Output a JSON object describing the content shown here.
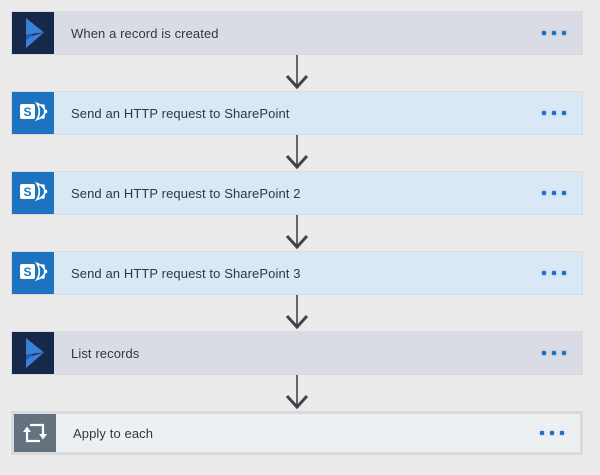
{
  "flow": {
    "steps": [
      {
        "title": "When a record is created",
        "icon": "dynamics-365-icon",
        "kind": "dynamics",
        "menu_icon": "ellipsis-icon"
      },
      {
        "title": "Send an HTTP request to SharePoint",
        "icon": "sharepoint-icon",
        "kind": "sharepoint",
        "menu_icon": "ellipsis-icon"
      },
      {
        "title": "Send an HTTP request to SharePoint 2",
        "icon": "sharepoint-icon",
        "kind": "sharepoint",
        "menu_icon": "ellipsis-icon"
      },
      {
        "title": "Send an HTTP request to SharePoint 3",
        "icon": "sharepoint-icon",
        "kind": "sharepoint",
        "menu_icon": "ellipsis-icon"
      },
      {
        "title": "List records",
        "icon": "dynamics-365-icon",
        "kind": "dynamics",
        "menu_icon": "ellipsis-icon"
      },
      {
        "title": "Apply to each",
        "icon": "apply-to-each-loop-icon",
        "kind": "loop",
        "menu_icon": "ellipsis-icon"
      }
    ],
    "connector_icon": "down-arrow-icon",
    "colors": {
      "page_background": "#ebebeb",
      "dynamics_card": "#d9dce4",
      "dynamics_icon": "#16294b",
      "sharepoint_card": "#d9e8f5",
      "sharepoint_icon": "#1e73c0",
      "loop_card": "#edf0f3",
      "loop_icon": "#64717e",
      "title_text": "#33383d",
      "menu_dots": "#1b6ec2",
      "arrow": "#404448"
    }
  }
}
